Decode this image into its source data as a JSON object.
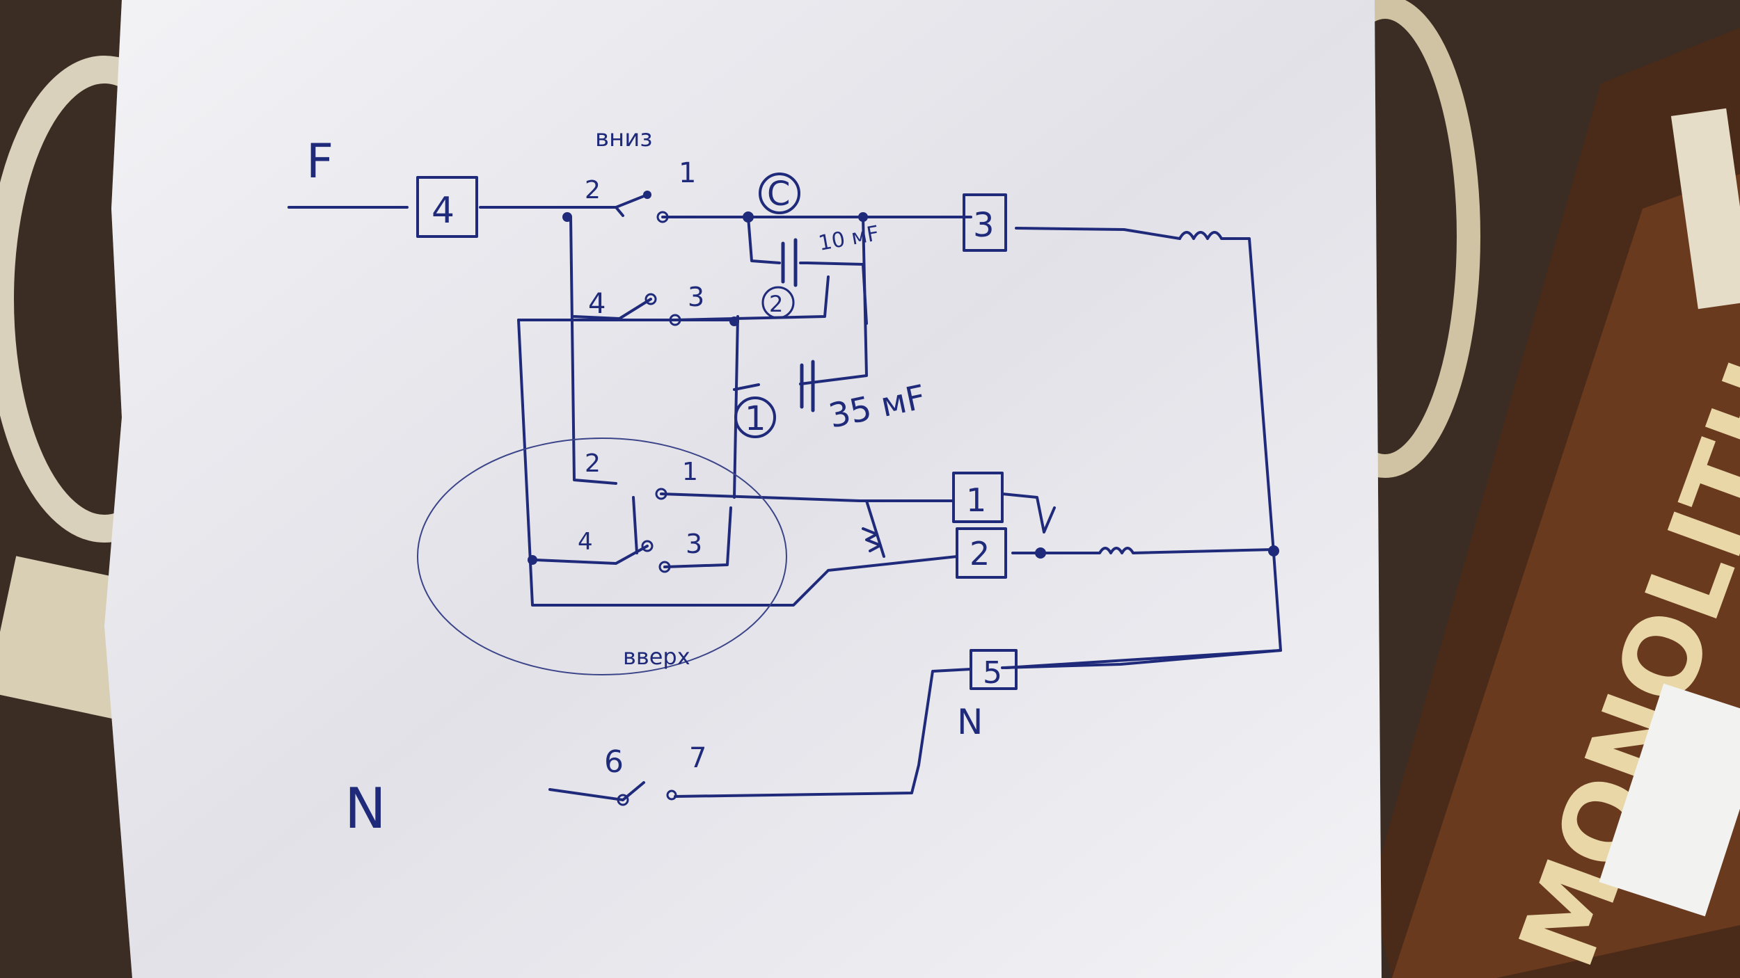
{
  "diagram": {
    "labels": {
      "phase": "F",
      "neutral_left": "N",
      "neutral_right": "N",
      "switch_down": "вниз",
      "switch_up": "вверх",
      "cap_small": "10 мF",
      "cap_large": "35 мF",
      "node_c": "C",
      "node_1": "1",
      "node_2": "2"
    },
    "boxes": {
      "b4": "4",
      "b3": "3",
      "b1": "1",
      "b2": "2",
      "b5": "5"
    },
    "contacts": {
      "top": {
        "c2": "2",
        "c1": "1",
        "c4": "4",
        "c3": "3"
      },
      "bottom": {
        "c2": "2",
        "c1": "1",
        "c4": "4",
        "c3": "3"
      },
      "low": {
        "c6": "6",
        "c7": "7"
      }
    }
  },
  "packaging": {
    "brand": "MONOLITH"
  },
  "colors": {
    "ink": "#1f2a7a",
    "paper": "#ecebf0",
    "wood": "#3a2c22"
  }
}
